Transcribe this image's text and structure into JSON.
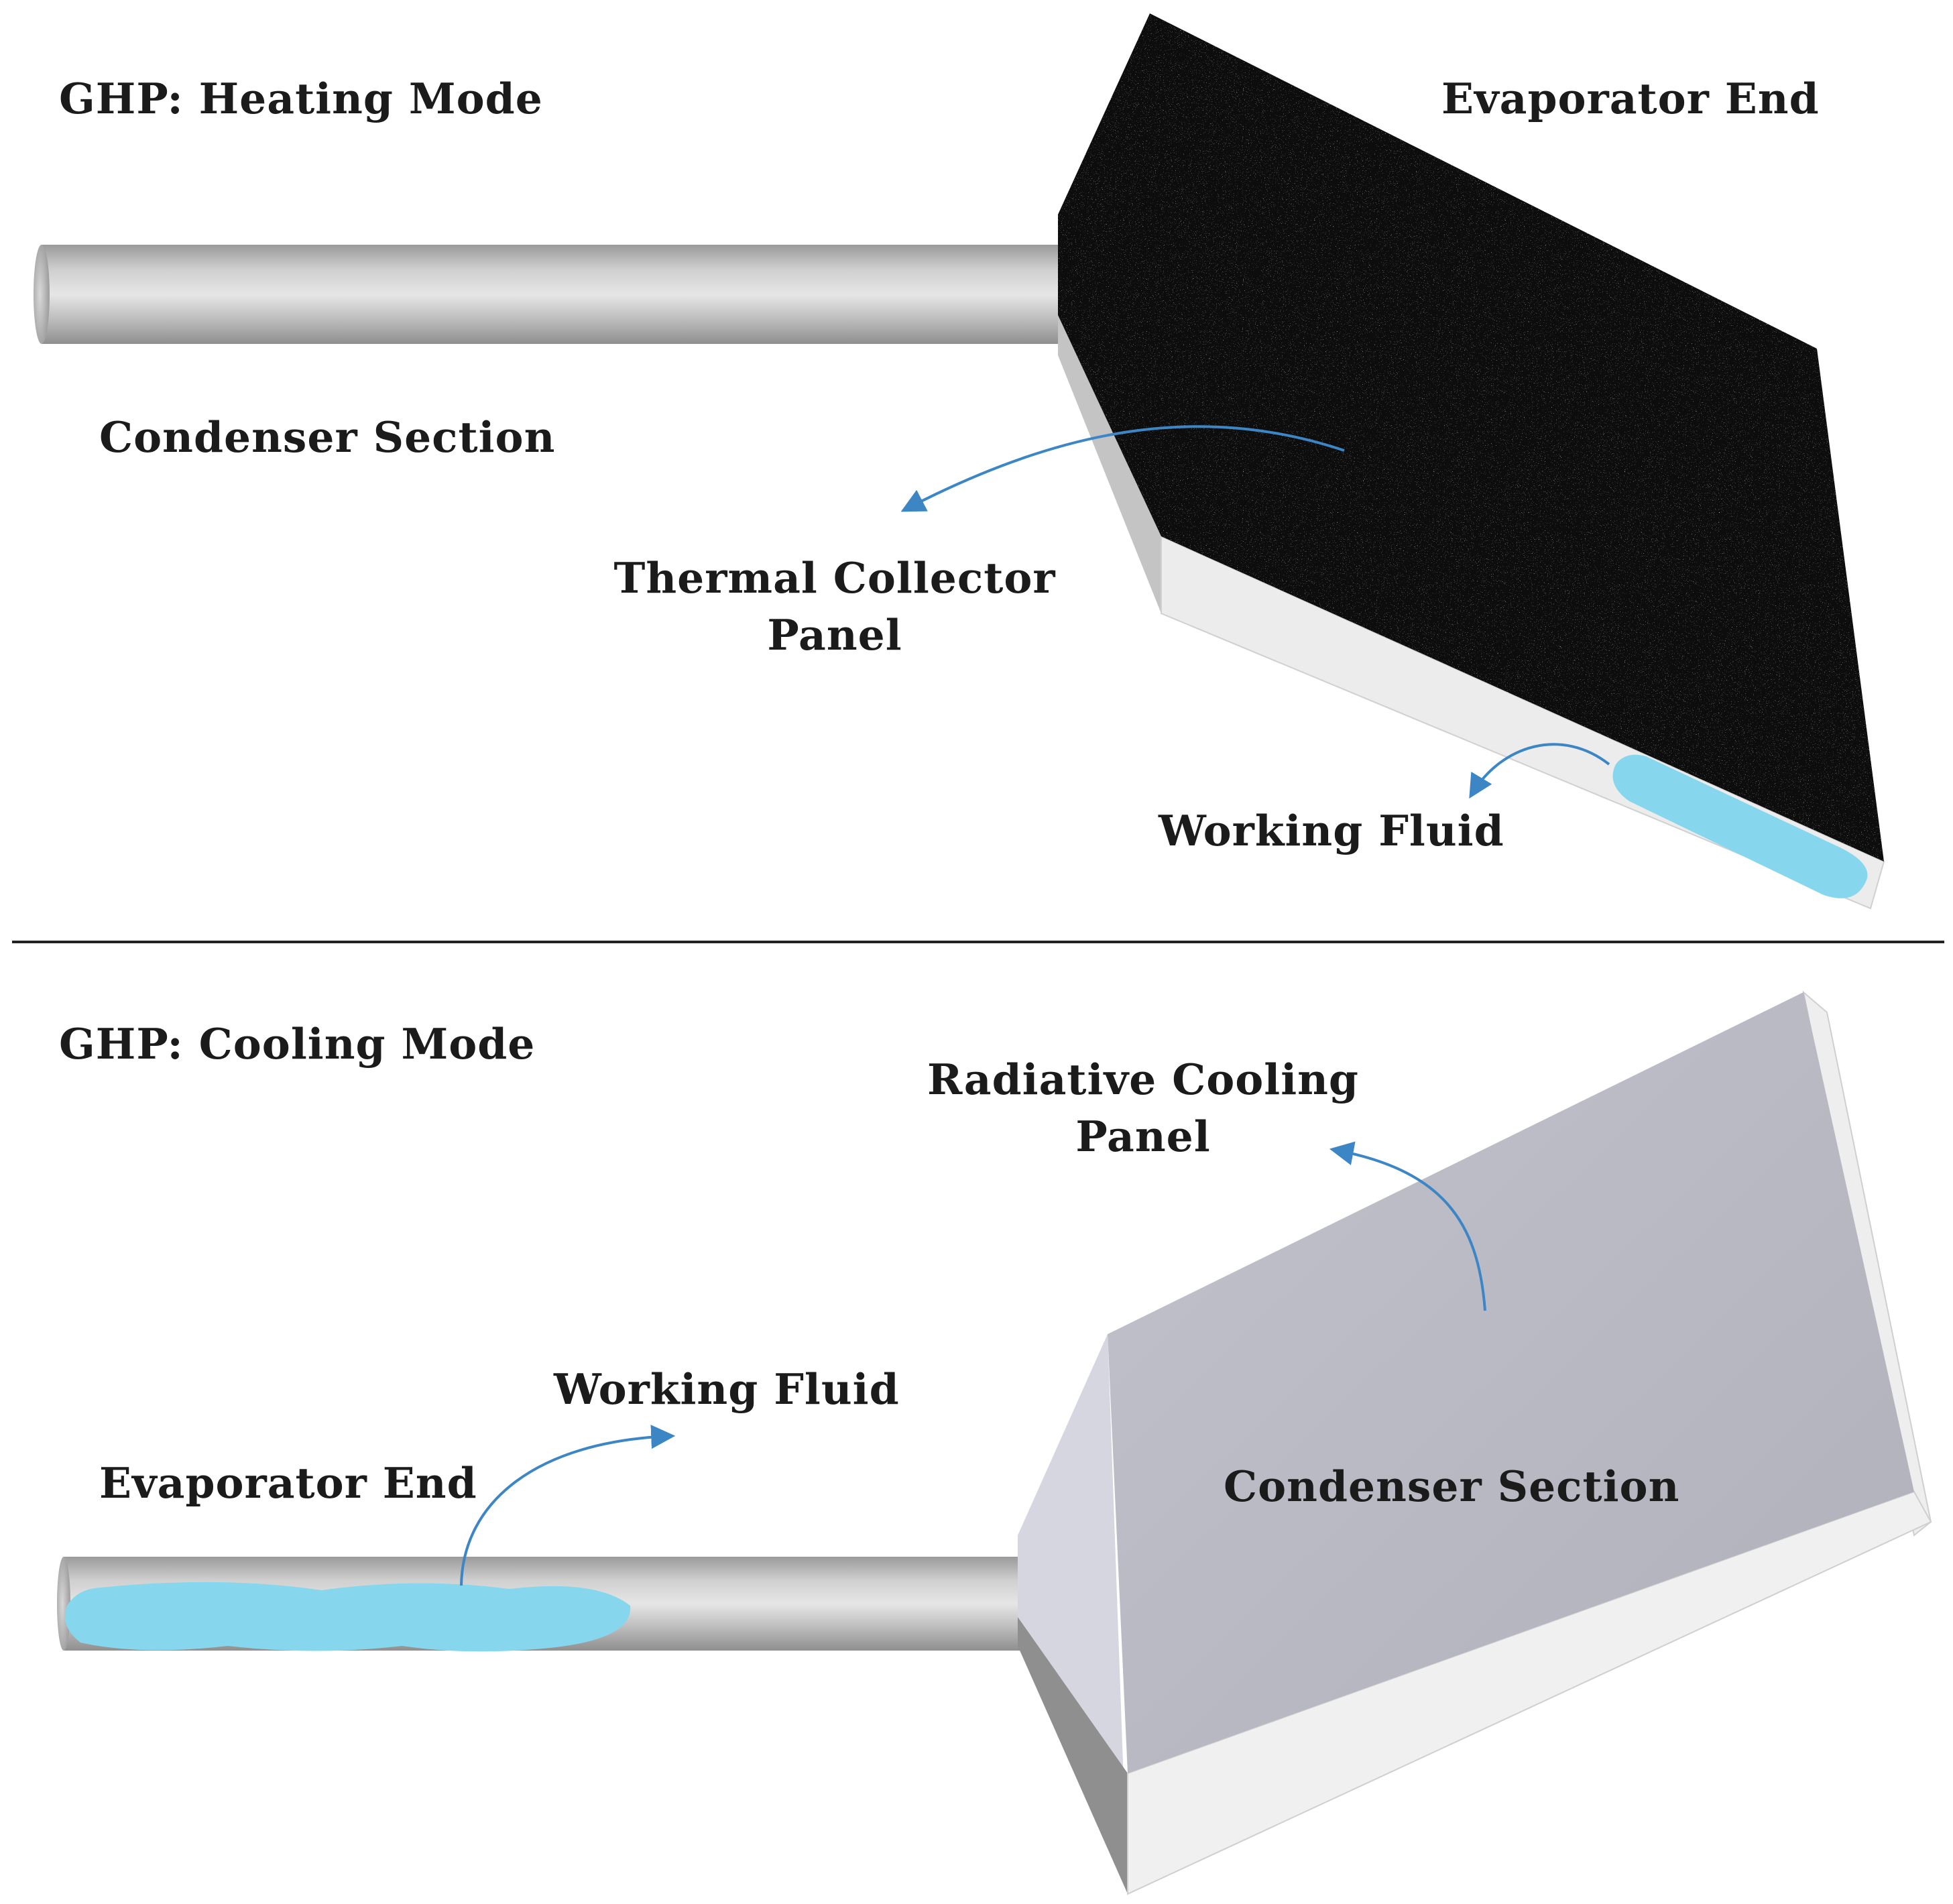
{
  "heating": {
    "title": "GHP: Heating Mode",
    "evaporator_label": "Evaporator End",
    "condenser_label": "Condenser Section",
    "panel_label_line1": "Thermal Collector",
    "panel_label_line2": "Panel",
    "fluid_label": "Working Fluid",
    "panel_color": "#0c0c0c"
  },
  "cooling": {
    "title": "GHP: Cooling Mode",
    "panel_label_line1": "Radiative Cooling",
    "panel_label_line2": "Panel",
    "fluid_label": "Working Fluid",
    "evaporator_label": "Evaporator End",
    "condenser_label": "Condenser Section",
    "panel_color": "#b9b9c3"
  },
  "colors": {
    "arrow": "#3d86c6",
    "fluid": "#86d7ee",
    "pipe": "#b4b4b4",
    "divider": "#222222"
  }
}
